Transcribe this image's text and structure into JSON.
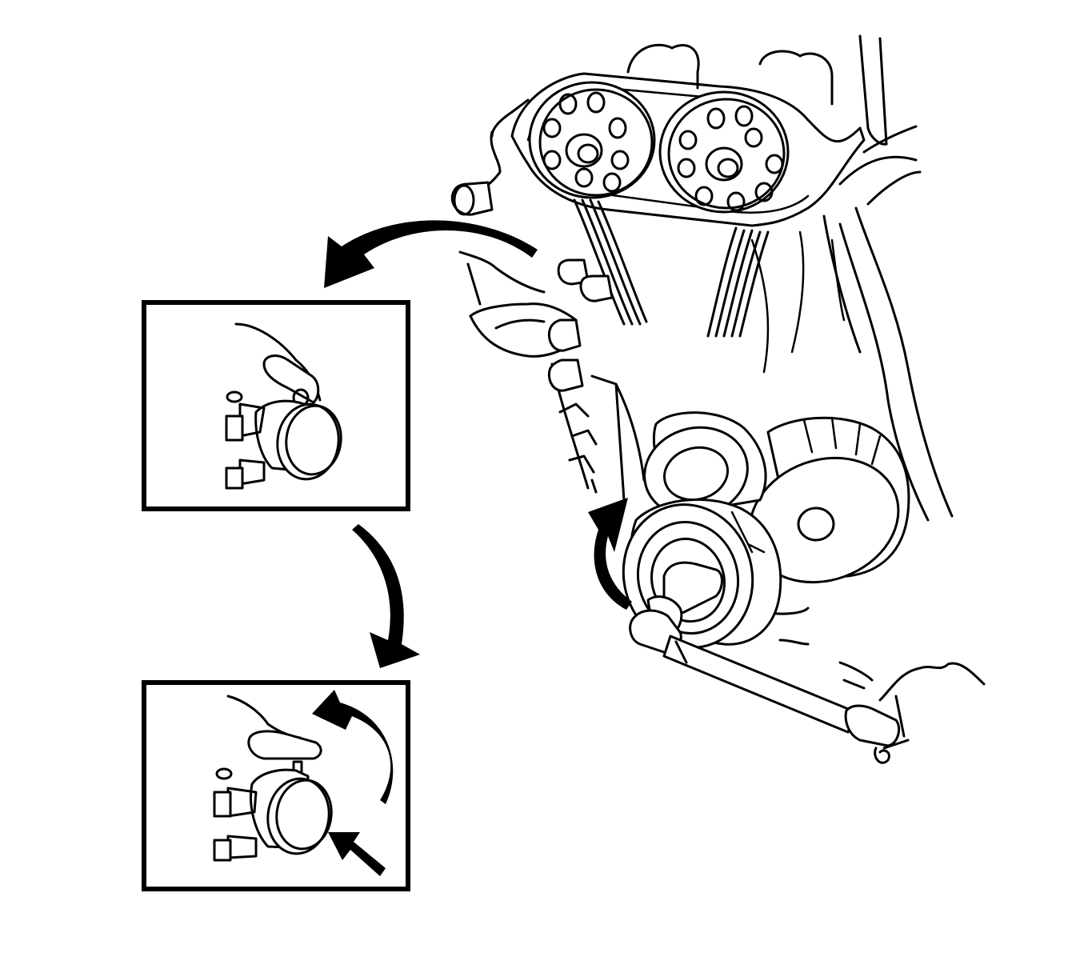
{
  "diagram": {
    "colors": {
      "line": "#000000",
      "background": "#ffffff"
    },
    "parts": [
      "camshaft-sprockets",
      "timing-belt",
      "tensioner-pulley",
      "idler-pulley",
      "crankshaft-sprocket",
      "breaker-bar-wrench",
      "tensioner-detail-step-1",
      "tensioner-detail-step-2"
    ],
    "arrows": [
      "callout-arrow-to-detail-1",
      "flow-arrow-detail-1-to-2",
      "rotation-arrow-tensioner-lever",
      "push-arrow-tensioner",
      "rotation-arrow-crankshaft"
    ]
  }
}
